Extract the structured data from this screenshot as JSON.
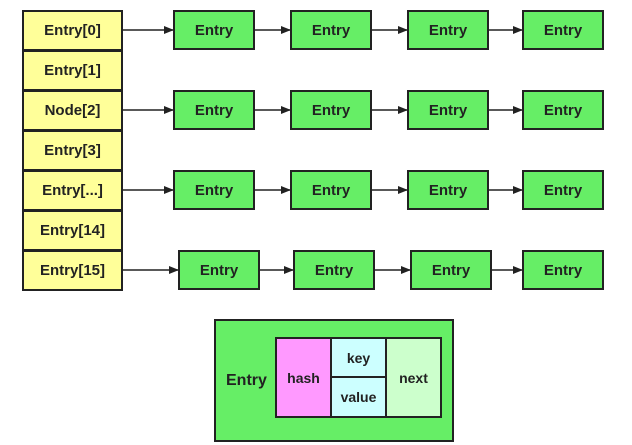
{
  "table": {
    "cells": [
      "Entry[0]",
      "Entry[1]",
      "Node[2]",
      "Entry[3]",
      "Entry[...]",
      "Entry[14]",
      "Entry[15]"
    ]
  },
  "chains": {
    "row0": [
      "Entry",
      "Entry",
      "Entry",
      "Entry"
    ],
    "row2": [
      "Entry",
      "Entry",
      "Entry",
      "Entry"
    ],
    "row4": [
      "Entry",
      "Entry",
      "Entry",
      "Entry"
    ],
    "row6": [
      "Entry",
      "Entry",
      "Entry",
      "Entry"
    ]
  },
  "legend": {
    "title": "Entry",
    "hash": "hash",
    "key": "key",
    "value": "value",
    "next": "next"
  },
  "colors": {
    "table_cell": "#ffff99",
    "node": "#66ee66",
    "hash": "#ff99ff",
    "key_value": "#ccffff",
    "next": "#ccffcc"
  }
}
